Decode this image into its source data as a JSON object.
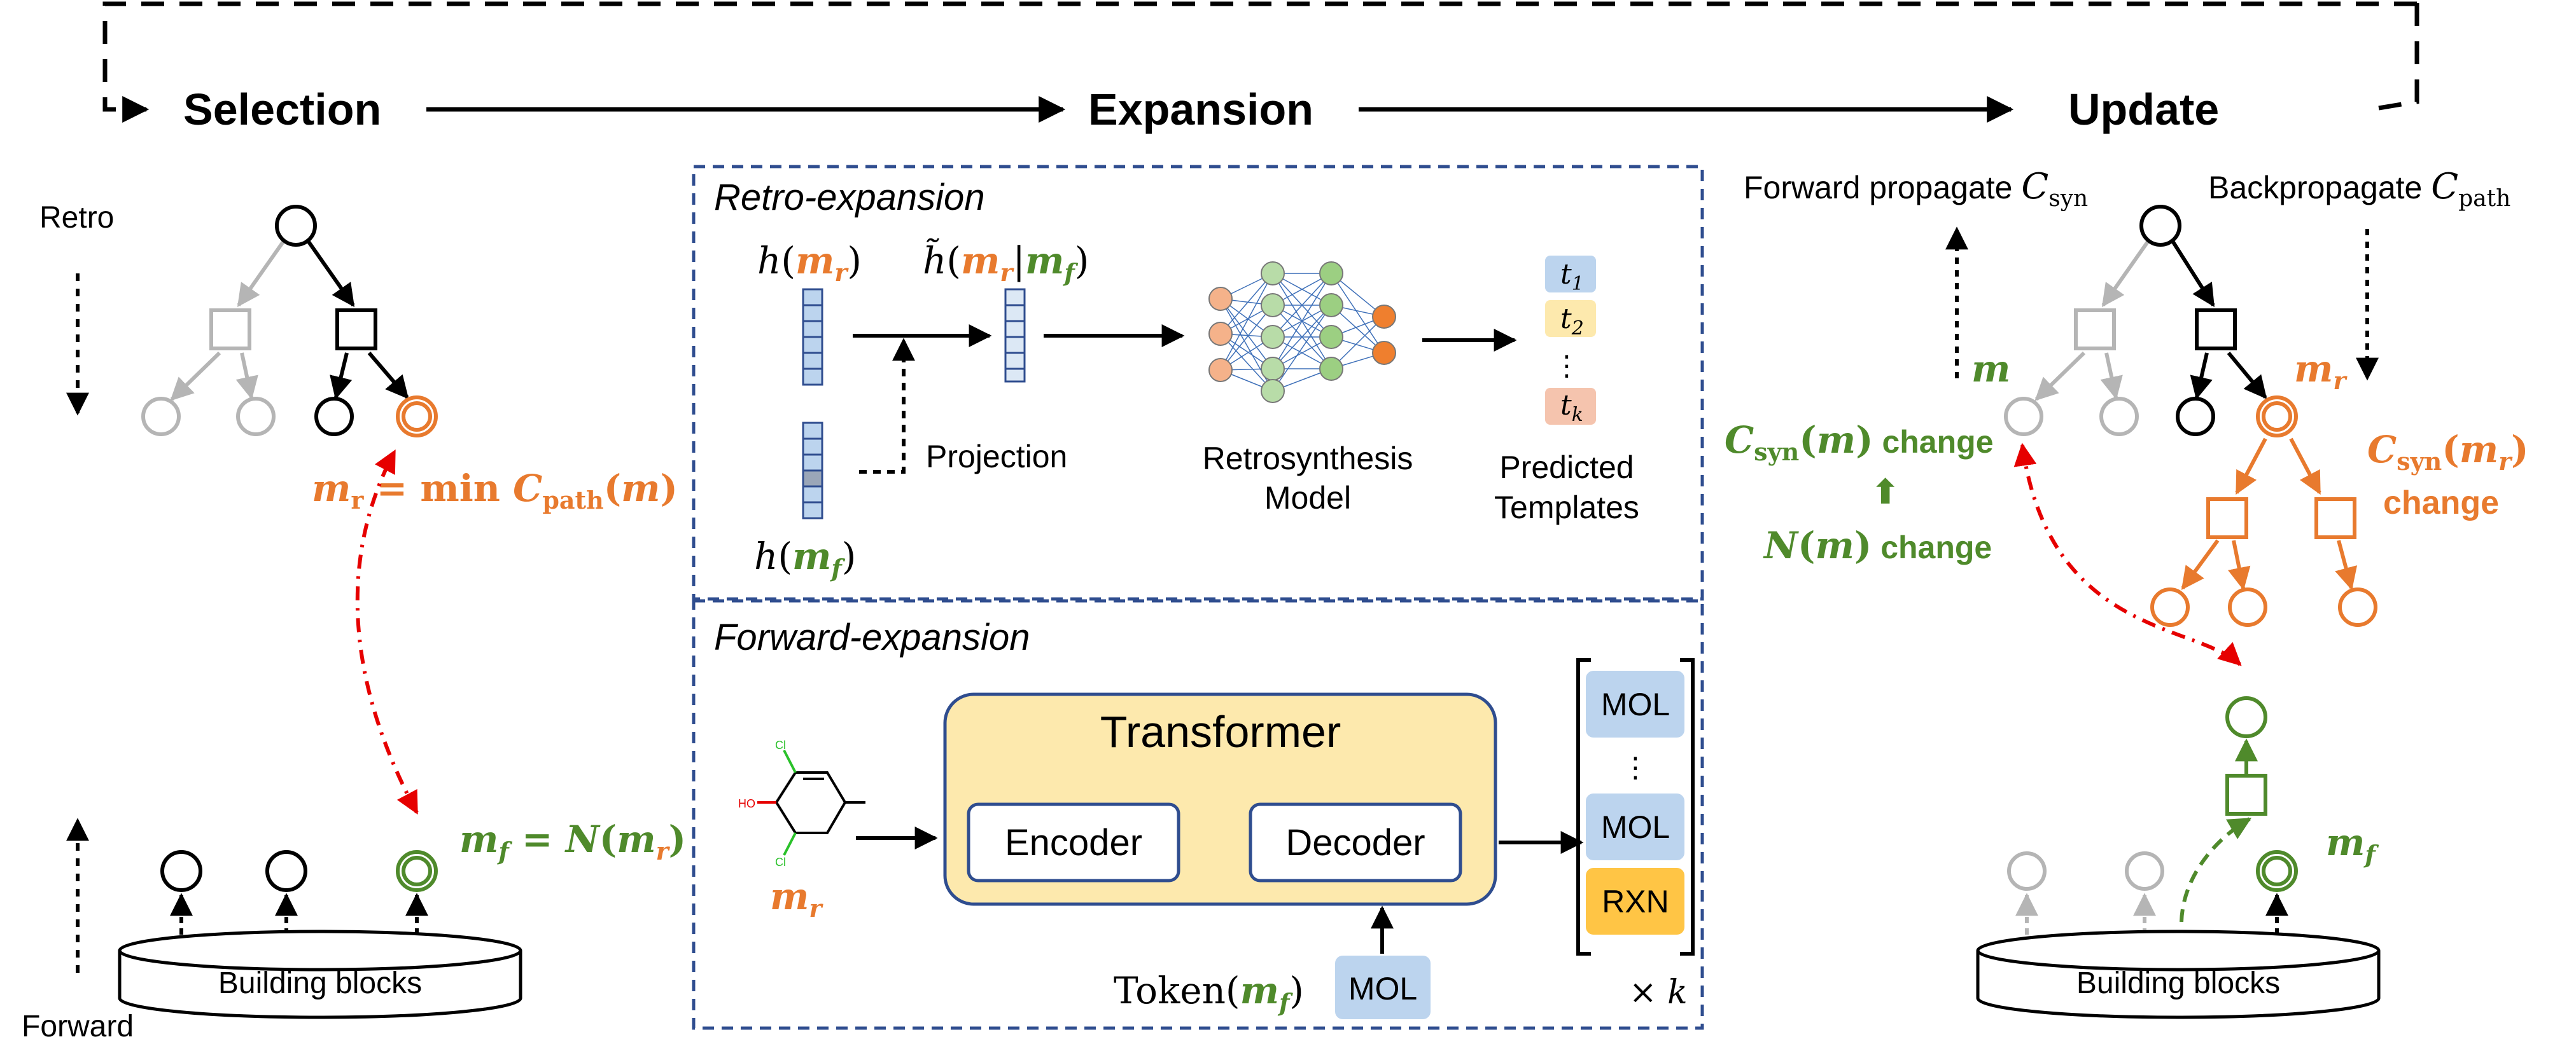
{
  "colors": {
    "orange": "#e87a2e",
    "green": "#4f8a2b",
    "gray": "#b5b5b5",
    "navy": "#2f4d8f",
    "red": "#e60000",
    "blue_box": "#bcd4ee",
    "yellow_box": "#fde9ad",
    "rxn_box": "#ffc545"
  },
  "phases": {
    "selection": "Selection",
    "expansion": "Expansion",
    "update": "Update"
  },
  "selection": {
    "retro": "Retro",
    "forward": "Forward",
    "building_blocks": "Building blocks",
    "mr_eq": "m_r = min C_path(m)",
    "mf_eq": "m_f = N(m_r)"
  },
  "retro_expansion": {
    "title": "Retro-expansion",
    "h_mr": "h(m_r)",
    "h_mf": "h(m_f)",
    "h_tilde": "h̃(m_r|m_f)",
    "projection": "Projection",
    "model_line1": "Retrosynthesis",
    "model_line2": "Model",
    "templates_line1": "Predicted",
    "templates_line2": "Templates",
    "templates": [
      "t1",
      "t2",
      "tk"
    ],
    "ellipsis": "⋮"
  },
  "forward_expansion": {
    "title": "Forward-expansion",
    "transformer": "Transformer",
    "encoder": "Encoder",
    "decoder": "Decoder",
    "token": "Token(m_f)",
    "token_box": "MOL",
    "outputs": [
      "MOL",
      "MOL",
      "RXN"
    ],
    "ellipsis": "⋮",
    "times_k": "× k",
    "mr_label": "m_r",
    "molecule_ho": "HO",
    "molecule_cl": "Cl"
  },
  "update": {
    "forward_propagate": "Forward propagate C_syn",
    "backpropagate": "Backpropagate C_path",
    "m_label": "m",
    "mr_label": "m_r",
    "mf_label": "m_f",
    "csyn_m_change": "C_syn(m) change",
    "n_m_change": "N(m) change",
    "csyn_mr": "C_syn(m_r)",
    "change": "change",
    "building_blocks": "Building blocks"
  }
}
